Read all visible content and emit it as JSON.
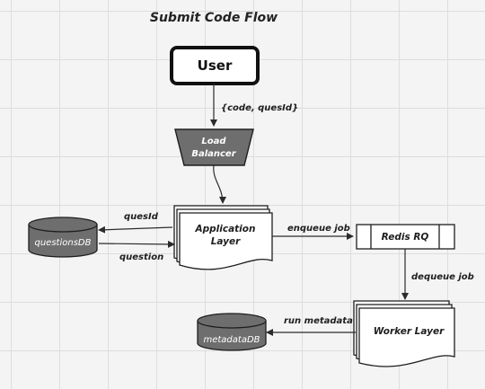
{
  "title": "Submit Code Flow",
  "nodes": {
    "user": "User",
    "load_balancer": [
      "Load",
      "Balancer"
    ],
    "application_layer": [
      "Application",
      "Layer"
    ],
    "questions_db": "questionsDB",
    "redis_rq": "Redis RQ",
    "worker_layer": "Worker Layer",
    "metadata_db": "metadataDB"
  },
  "edges": {
    "user_to_lb": "{code, quesId}",
    "app_to_questions": "quesId",
    "questions_to_app": "question",
    "app_to_redis": "enqueue job",
    "redis_to_worker": "dequeue job",
    "worker_to_metadata": "run metadata"
  },
  "colors": {
    "node_fill": "#6e6e6e",
    "stroke": "#1e1e1e",
    "paper": "#ffffff"
  }
}
